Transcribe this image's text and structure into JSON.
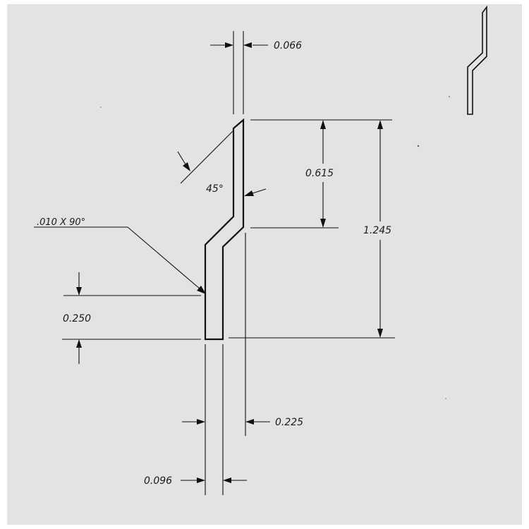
{
  "colors": {
    "paper": "#e3e3e3",
    "margin": "#ffffff",
    "ink": "#111111"
  },
  "dimensions": {
    "width_top": "0.066",
    "height_upper": "0.615",
    "height_total": "1.245",
    "height_lower": "0.250",
    "width_overall": "0.225",
    "width_bottom": "0.096",
    "angle": "45°",
    "chamfer_note": ".010 X 90°"
  }
}
